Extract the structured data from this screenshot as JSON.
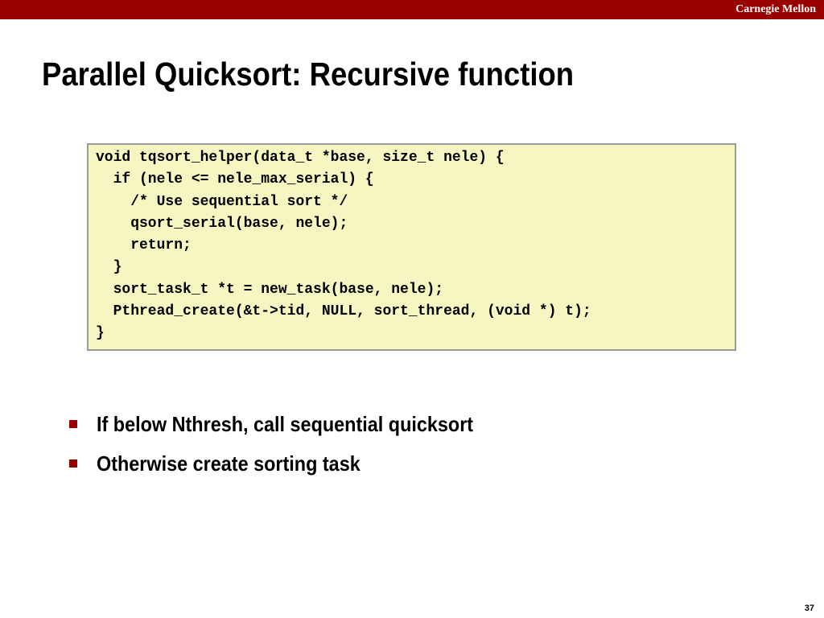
{
  "header": {
    "brand": "Carnegie Mellon"
  },
  "slide": {
    "title": "Parallel Quicksort: Recursive function",
    "code_lines": [
      "void tqsort_helper(data_t *base, size_t nele) {",
      "  if (nele <= nele_max_serial) {",
      "    /* Use sequential sort */",
      "    qsort_serial(base, nele);",
      "    return;",
      "  }",
      "  sort_task_t *t = new_task(base, nele);",
      "  Pthread_create(&t->tid, NULL, sort_thread, (void *) t);",
      "}"
    ],
    "bullets": [
      "If below Nthresh, call sequential quicksort",
      "Otherwise create sorting task"
    ],
    "page_number": "37"
  },
  "colors": {
    "brand_bar": "#990000",
    "bullet_marker": "#990000",
    "code_background": "#f6f6c2",
    "code_border": "#9a9a9a"
  }
}
